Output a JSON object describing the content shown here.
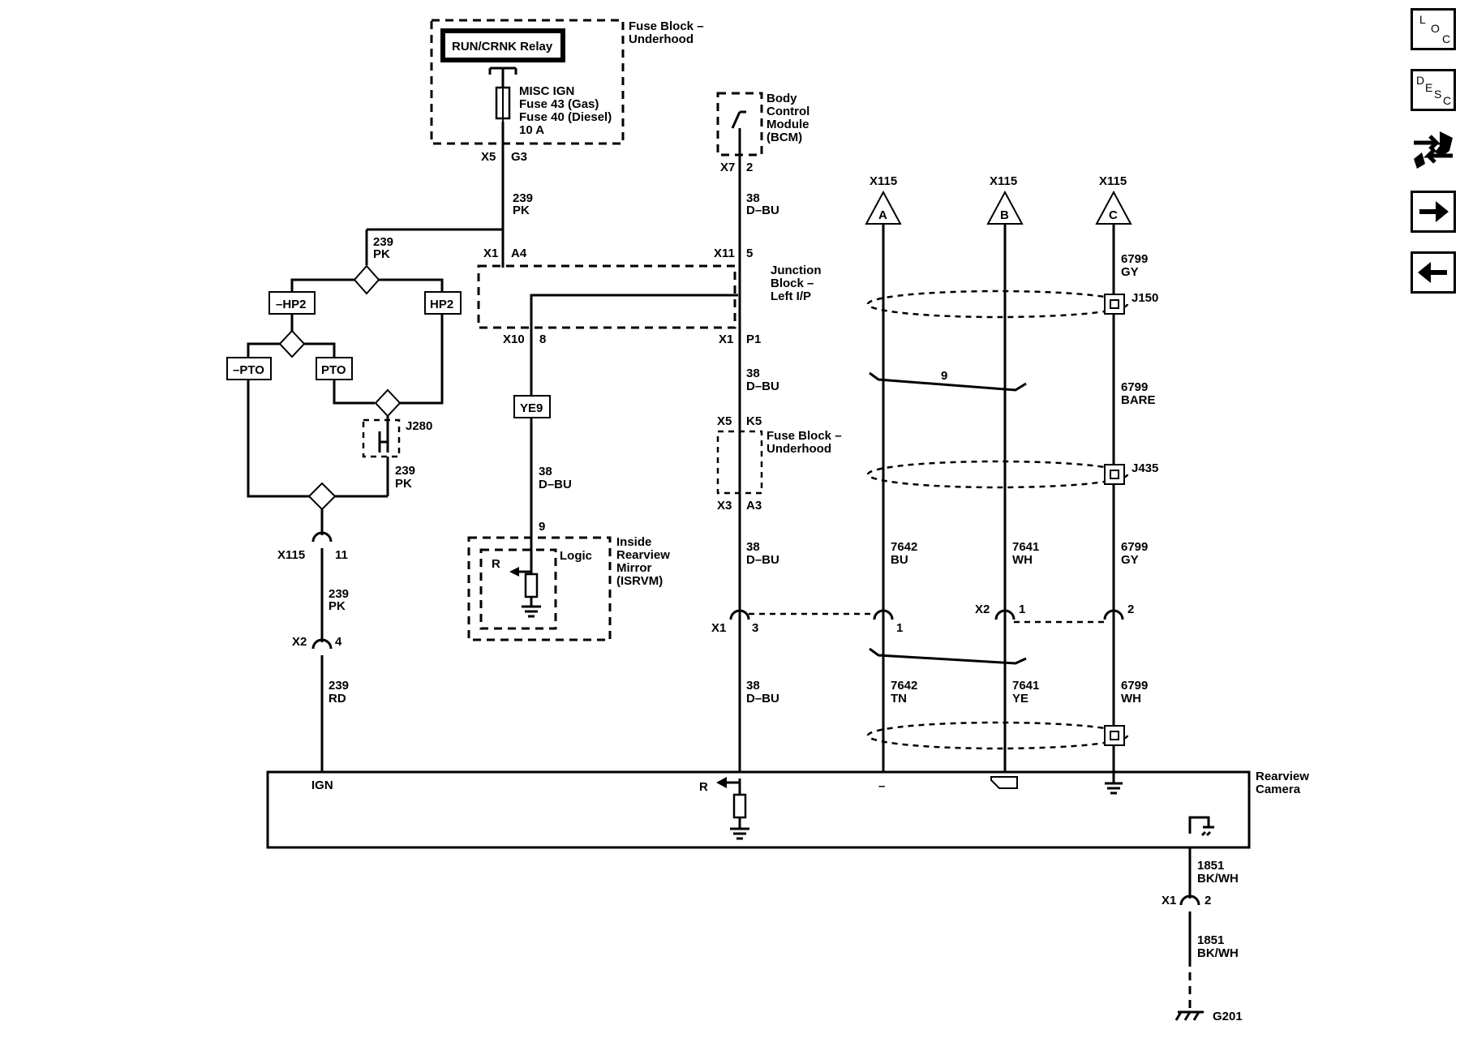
{
  "components": {
    "fuse_block_top": "Fuse Block –\nUnderhood",
    "relay": "RUN/CRNK Relay",
    "fuse_lines": [
      "MISC IGN",
      "Fuse 43 (Gas)",
      "Fuse 40 (Diesel)",
      "10 A"
    ],
    "bcm": "Body\nControl\nModule\n(BCM)",
    "junction_block": "Junction\nBlock –\nLeft I/P",
    "fuse_block_mid": "Fuse Block –\nUnderhood",
    "isrvm": "Inside\nRearview\nMirror\n(ISRVM)",
    "logic": "Logic",
    "rearview_camera": "Rearview\nCamera",
    "ground": "G201"
  },
  "option_boxes": {
    "neg_hp2": "–HP2",
    "hp2": "HP2",
    "neg_pto": "–PTO",
    "pto": "PTO",
    "ye9": "YE9"
  },
  "connectors": {
    "x5_top": "X5",
    "g3": "G3",
    "x1_a": "X1",
    "a4": "A4",
    "x11": "X11",
    "p5": "5",
    "x7": "X7",
    "p2": "2",
    "x10": "X10",
    "p8": "8",
    "x1_b": "X1",
    "p1": "P1",
    "x5_mid": "X5",
    "k5": "K5",
    "x3": "X3",
    "a3": "A3",
    "p9": "9",
    "x115_l": "X115",
    "p11": "11",
    "x2_l": "X2",
    "p4": "4",
    "x1_c": "X1",
    "p3": "3",
    "p1b": "1",
    "x2_r": "X2",
    "p1c": "1",
    "p2b": "2",
    "x1_g": "X1",
    "p2c": "2",
    "j280": "J280",
    "j150": "J150",
    "j435": "J435",
    "x115_a": "X115",
    "x115_b": "X115",
    "x115_c": "X115",
    "tri_a": "A",
    "tri_b": "B",
    "tri_c": "C",
    "twist": "9"
  },
  "wires": {
    "w239pk_1": [
      "239",
      "PK"
    ],
    "w239pk_2": [
      "239",
      "PK"
    ],
    "w239pk_3": [
      "239",
      "PK"
    ],
    "w239pk_4": [
      "239",
      "PK"
    ],
    "w239rd": [
      "239",
      "RD"
    ],
    "w38_1": [
      "38",
      "D–BU"
    ],
    "w38_2": [
      "38",
      "D–BU"
    ],
    "w38_3": [
      "38",
      "D–BU"
    ],
    "w38_4": [
      "38",
      "D–BU"
    ],
    "w38_5": [
      "38",
      "D–BU"
    ],
    "w6799gy_1": [
      "6799",
      "GY"
    ],
    "w6799bare": [
      "6799",
      "BARE"
    ],
    "w6799gy_2": [
      "6799",
      "GY"
    ],
    "w6799wh": [
      "6799",
      "WH"
    ],
    "w7642bu": [
      "7642",
      "BU"
    ],
    "w7641wh": [
      "7641",
      "WH"
    ],
    "w7642tn": [
      "7642",
      "TN"
    ],
    "w7641ye": [
      "7641",
      "YE"
    ],
    "w1851_1": [
      "1851",
      "BK/WH"
    ],
    "w1851_2": [
      "1851",
      "BK/WH"
    ]
  },
  "pins": {
    "ign": "IGN",
    "r_cam": "R",
    "r_mirror": "R",
    "minus": "–"
  },
  "nav": {
    "loc": [
      "L",
      "O",
      "C"
    ],
    "desc": [
      "D",
      "E",
      "S",
      "C"
    ]
  }
}
